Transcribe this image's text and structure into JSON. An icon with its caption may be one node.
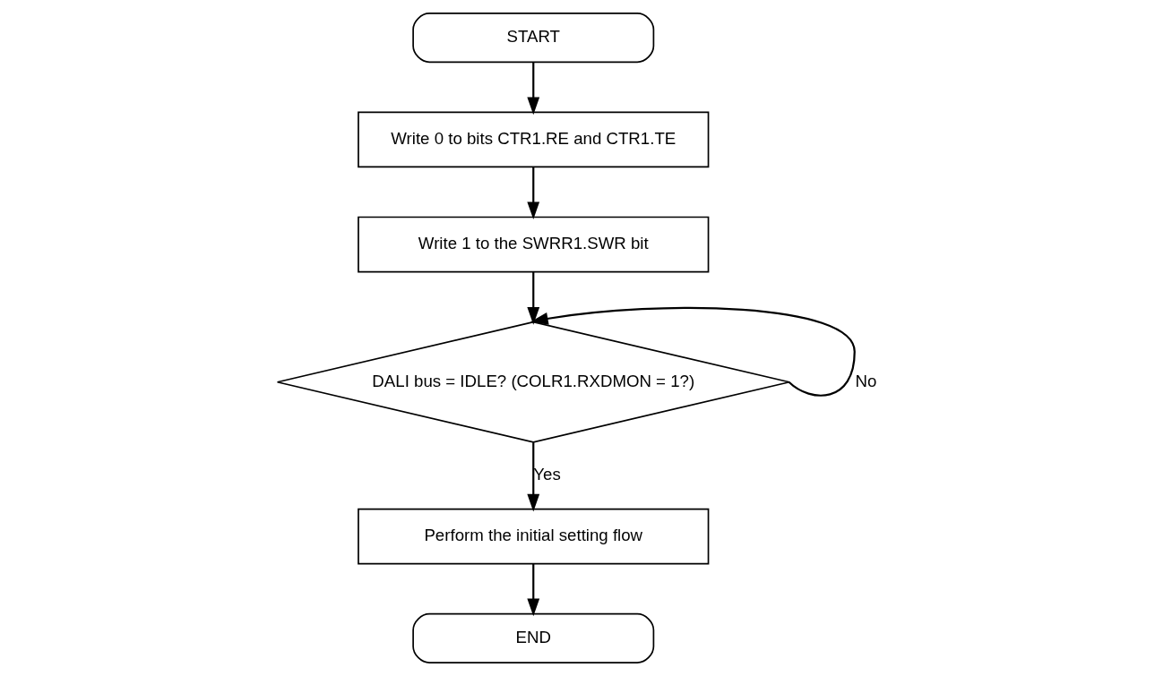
{
  "diagram": {
    "nodes": [
      {
        "text": [
          "START"
        ]
      },
      {
        "text": [
          "Write 0 to bits CTR1.RE and CTR1.TE"
        ]
      },
      {
        "text": [
          "Write 1 to the SWRR1.SWR bit"
        ]
      },
      {
        "text": [
          "DALI bus = IDLE? (COLR1.RXDMON = 1?)"
        ]
      },
      {
        "text": [
          "Perform the initial setting flow"
        ]
      },
      {
        "text": [
          "END"
        ]
      }
    ],
    "edges": [
      {
        "from": 0,
        "to": 1,
        "arrow": "to"
      },
      {
        "from": 1,
        "to": 2,
        "arrow": "to"
      },
      {
        "from": 2,
        "to": 3,
        "arrow": "to"
      },
      {
        "from": 3,
        "to": 3,
        "arrow": "to",
        "label": "No"
      },
      {
        "from": 3,
        "to": 4,
        "arrow": "to",
        "label": "Yes"
      },
      {
        "from": 4,
        "to": 5,
        "arrow": "to"
      }
    ]
  }
}
